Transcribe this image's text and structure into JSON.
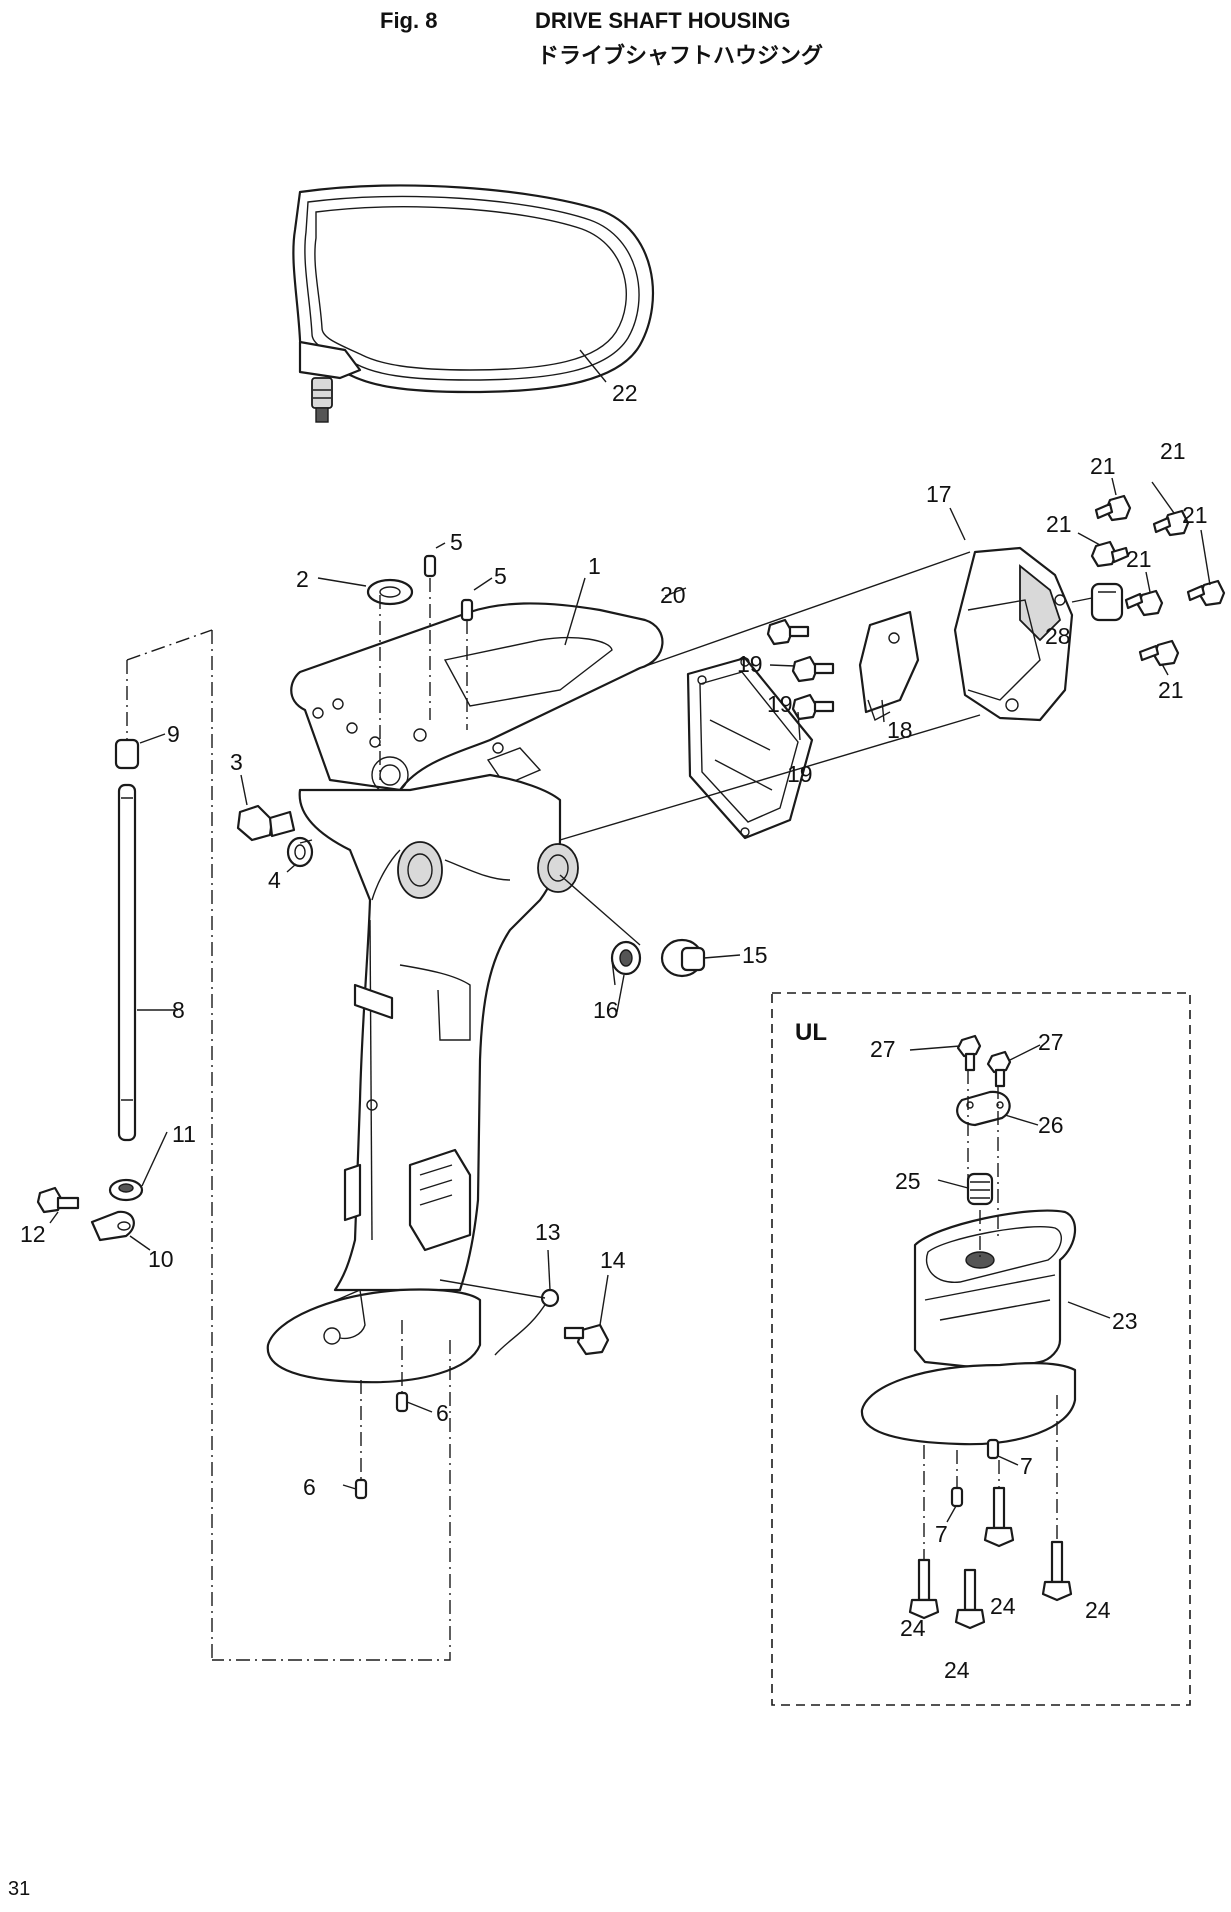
{
  "header": {
    "fig_label": "Fig. 8",
    "title_en": "DRIVE SHAFT HOUSING",
    "title_jp": "ドライブシャフトハウジング"
  },
  "inset": {
    "label": "UL"
  },
  "callouts": {
    "c1": "1",
    "c2": "2",
    "c3": "3",
    "c4": "4",
    "c5a": "5",
    "c5b": "5",
    "c6a": "6",
    "c6b": "6",
    "c7a": "7",
    "c7b": "7",
    "c8": "8",
    "c9": "9",
    "c10": "10",
    "c11": "11",
    "c12": "12",
    "c13": "13",
    "c14": "14",
    "c15": "15",
    "c16": "16",
    "c17": "17",
    "c18": "18",
    "c19a": "19",
    "c19b": "19",
    "c19c": "19",
    "c20": "20",
    "c21a": "21",
    "c21b": "21",
    "c21c": "21",
    "c21d": "21",
    "c21e": "21",
    "c21f": "21",
    "c22": "22",
    "c23": "23",
    "c24a": "24",
    "c24b": "24",
    "c24c": "24",
    "c24d": "24",
    "c25": "25",
    "c26": "26",
    "c27a": "27",
    "c27b": "27",
    "c28": "28"
  },
  "page_number": "31"
}
